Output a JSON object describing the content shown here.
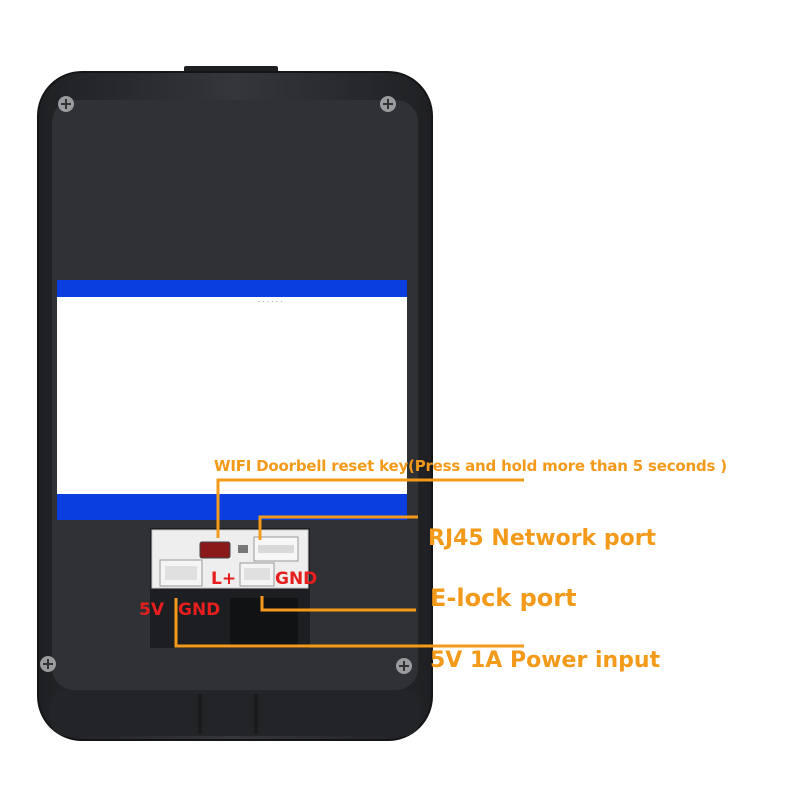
{
  "labels": {
    "reset_key": "WIFI Doorbell reset key(Press and hold more than 5 seconds )",
    "rj45": "RJ45 Network port",
    "elock": "E-lock port",
    "power": "5V 1A Power input",
    "l_plus": "L+",
    "gnd_elock": "GND",
    "v5": "5V",
    "gnd_power": "GND"
  },
  "colors": {
    "callout": "#f39a1a",
    "pin_label": "#e61e1e",
    "housing": "#2a2b2e",
    "stripe": "#0b3ee0"
  }
}
